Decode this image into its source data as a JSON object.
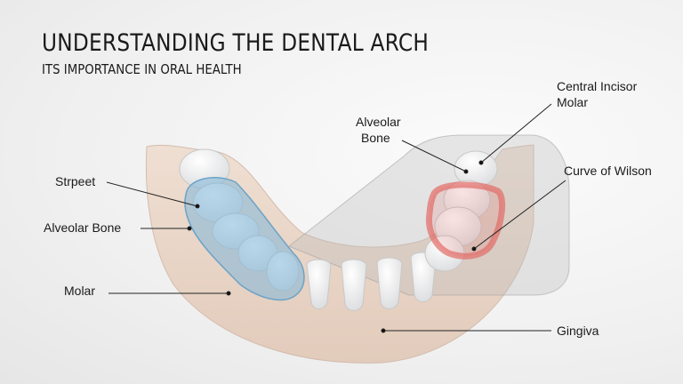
{
  "header": {
    "title": "UNDERSTANDING THE DENTAL ARCH",
    "subtitle": "ITS IMPORTANCE IN ORAL HEALTH"
  },
  "diagram": {
    "subject": "Lower dental arch (mandible) with highlighted regions",
    "highlights": {
      "blue_region": {
        "color": "#8ebfdc",
        "meaning": "posterior teeth on left side"
      },
      "red_region": {
        "color": "#e0706a",
        "meaning": "Curve of Wilson molar outline"
      },
      "gray_magnifier": {
        "color": "#c8c8c8",
        "meaning": "zoom panel on right posterior teeth"
      }
    },
    "colors": {
      "gingiva": "#e9d6c8",
      "teeth": "#f4f4f4",
      "leader_line": "#222222"
    }
  },
  "labels": {
    "strpeet": "Strpeet",
    "alveolar_bone_left": "Alveolar Bone",
    "molar_left": "Molar",
    "alveolar_bone_right_line1": "Alveolar",
    "alveolar_bone_right_line2": "Bone",
    "central_incisor_line1": "Central Incisor",
    "central_incisor_line2": "Molar",
    "curve_of_wilson": "Curve of Wilson",
    "gingiva": "Gingiva"
  }
}
